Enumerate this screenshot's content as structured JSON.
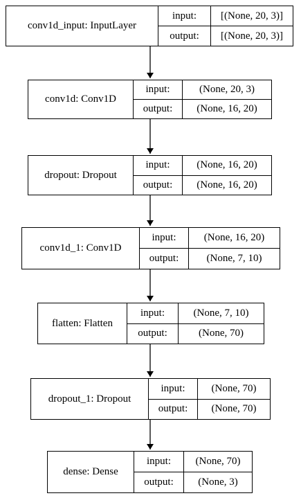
{
  "port_labels": {
    "input": "input:",
    "output": "output:"
  },
  "layers": [
    {
      "name": "conv1d_input: InputLayer",
      "input": "[(None, 20, 3)]",
      "output": "[(None, 20, 3)]"
    },
    {
      "name": "conv1d: Conv1D",
      "input": "(None, 20, 3)",
      "output": "(None, 16, 20)"
    },
    {
      "name": "dropout: Dropout",
      "input": "(None, 16, 20)",
      "output": "(None, 16, 20)"
    },
    {
      "name": "conv1d_1: Conv1D",
      "input": "(None, 16, 20)",
      "output": "(None, 7, 10)"
    },
    {
      "name": "flatten: Flatten",
      "input": "(None, 7, 10)",
      "output": "(None, 70)"
    },
    {
      "name": "dropout_1: Dropout",
      "input": "(None, 70)",
      "output": "(None, 70)"
    },
    {
      "name": "dense: Dense",
      "input": "(None, 70)",
      "output": "(None, 3)"
    }
  ]
}
